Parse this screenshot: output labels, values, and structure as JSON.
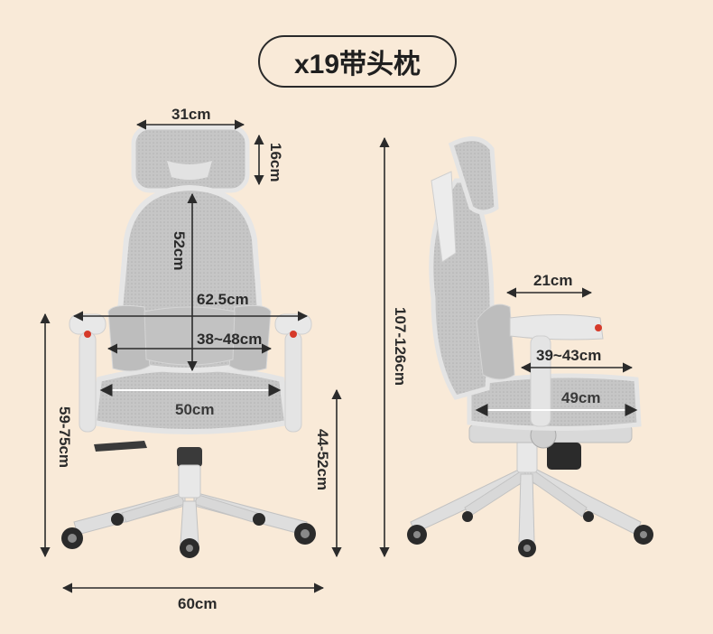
{
  "title": "x19带头枕",
  "front_view": {
    "headrest_width": "31cm",
    "headrest_height": "16cm",
    "backrest_height": "52cm",
    "armrest_span": "62.5cm",
    "armrest_inner": "38~48cm",
    "seat_width": "50cm",
    "armrest_floor_height": "59-75cm",
    "seat_floor_height": "44-52cm",
    "base_width": "60cm"
  },
  "side_view": {
    "total_height": "107-126cm",
    "armrest_depth": "21cm",
    "armrest_to_back": "39~43cm",
    "seat_depth": "49cm"
  },
  "colors": {
    "background": "#f9ead8",
    "mesh": "#c9c9c9",
    "frame": "#e6e6e6",
    "wheel": "#2b2b2b",
    "accent": "#d63a2a"
  }
}
